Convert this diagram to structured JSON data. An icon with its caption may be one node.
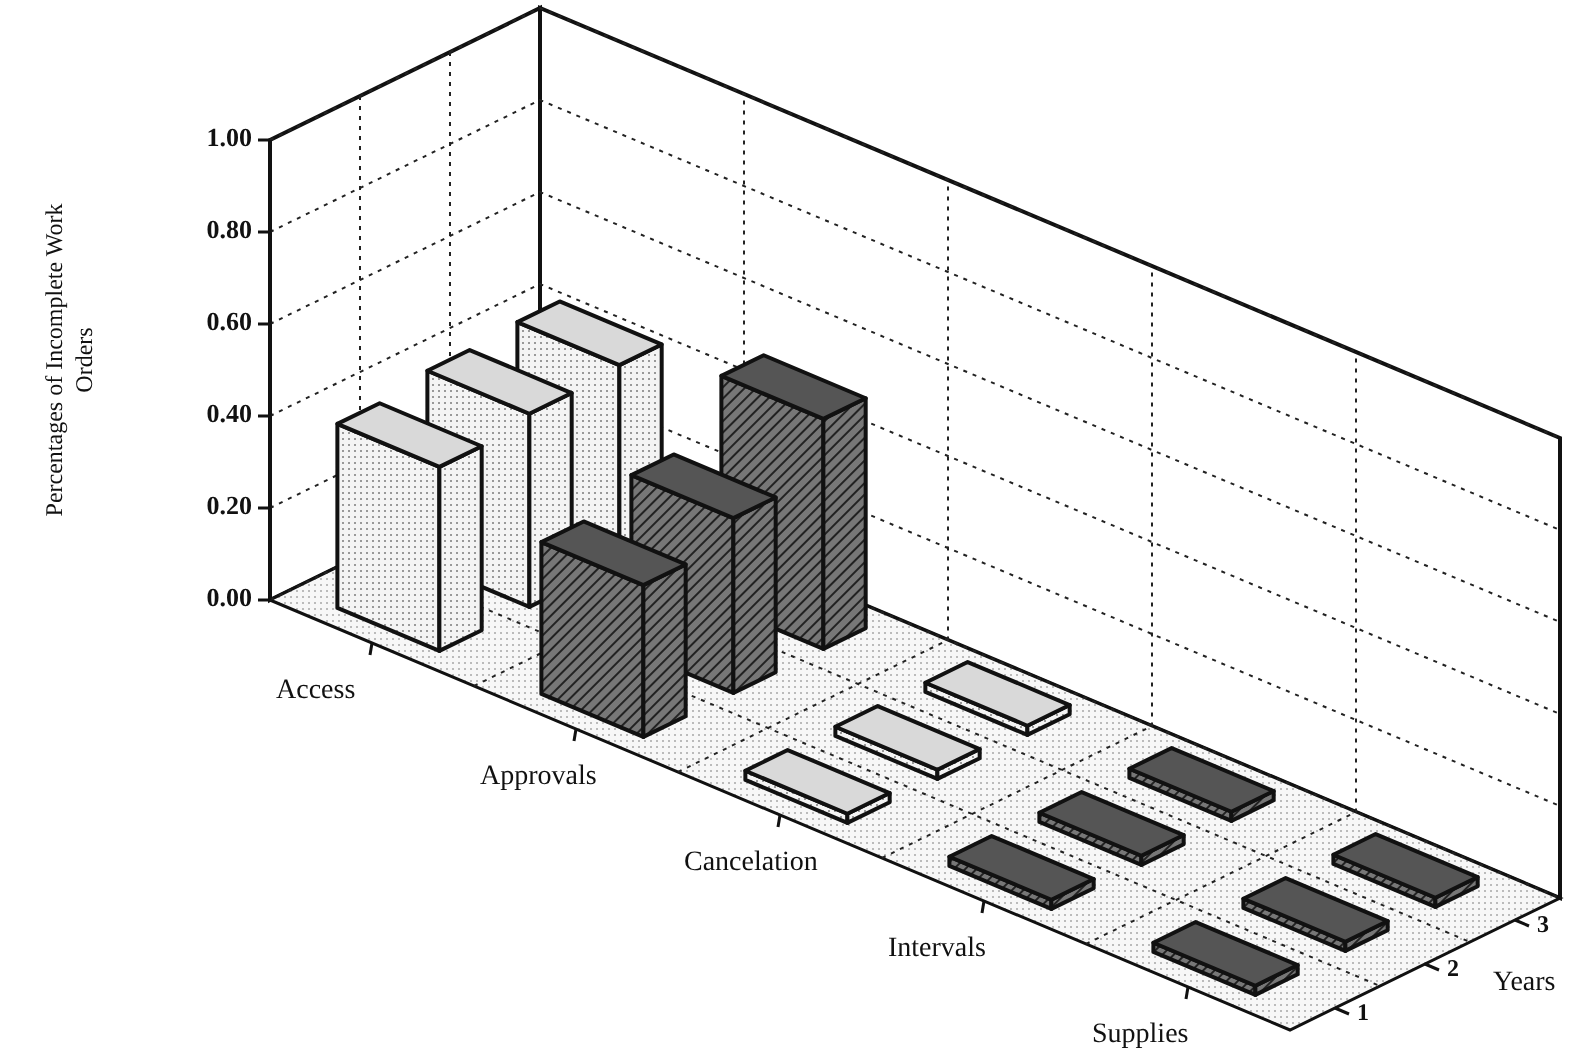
{
  "diagram": {
    "labels": [
      "1.00",
      "0.80",
      "0.60",
      "0.40",
      "0.20",
      "0.00",
      "Percentages of Incomplete Work Orders",
      "Access",
      "Approvals",
      "Cancelation",
      "Intervals",
      "Supplies",
      "3",
      "2",
      "1",
      "Years"
    ]
  }
}
